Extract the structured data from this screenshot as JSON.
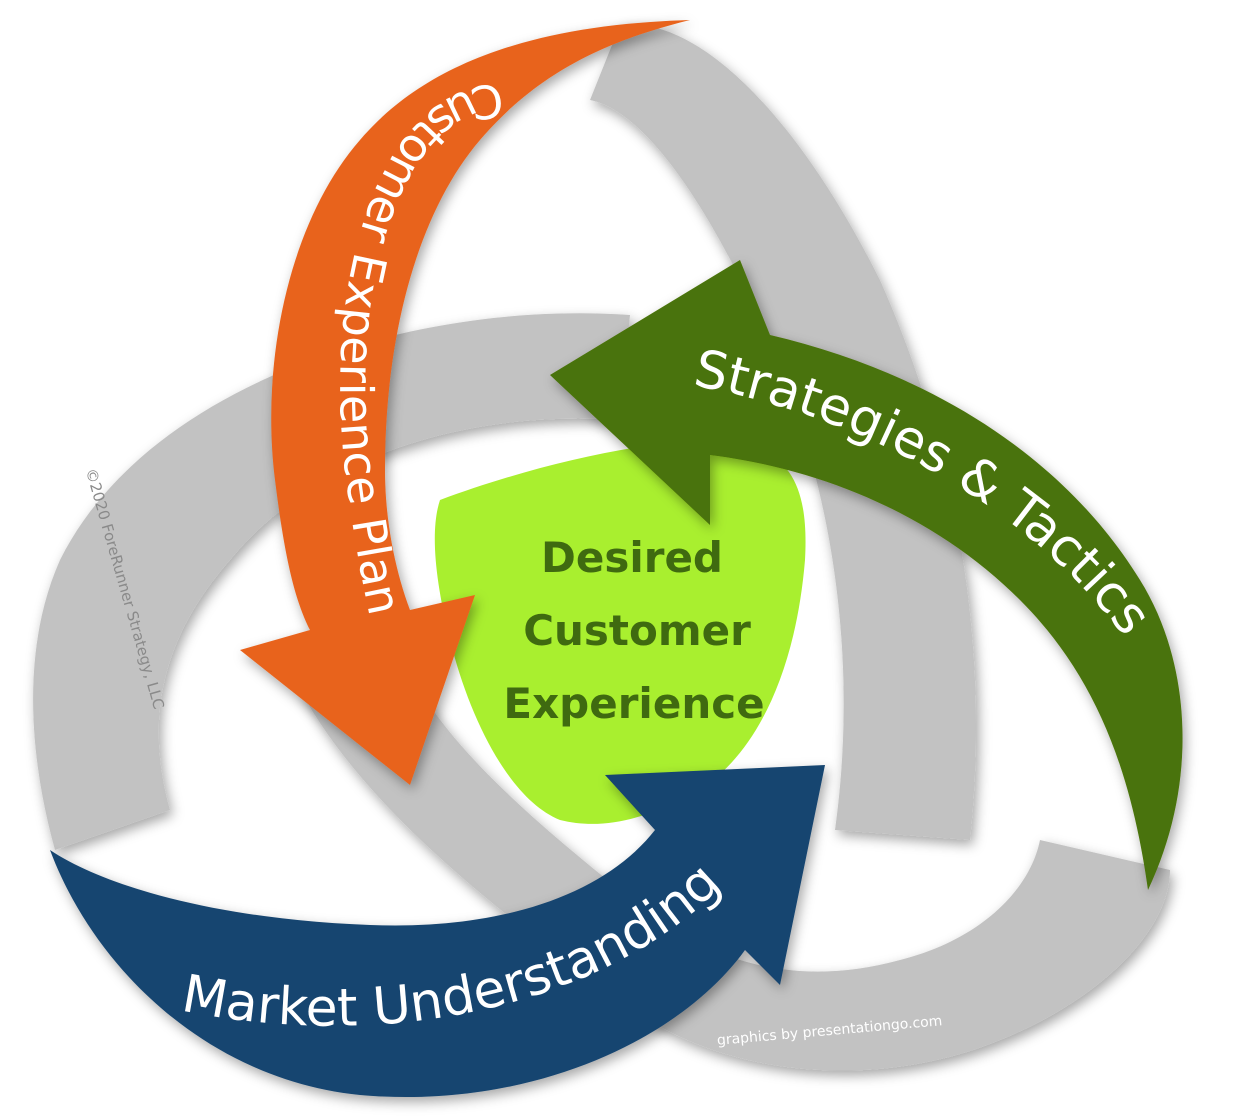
{
  "diagram": {
    "center": {
      "lines": [
        "Desired",
        "Customer",
        "Experience"
      ],
      "fill_color": "#a9ef2f",
      "text_color": "#3f6a10"
    },
    "arrows": {
      "customer_experience_plan": {
        "label": "Customer Experience Plan",
        "color": "#e8641e"
      },
      "strategies_tactics": {
        "label": "Strategies & Tactics",
        "color": "#4a7307"
      },
      "market_understanding": {
        "label": "Market Understanding",
        "color": "#16446f"
      }
    },
    "band_color": "#c2c2c2",
    "copyright": "©2020 ForeRunner Strategy, LLC",
    "credit": "graphics by presentationgo.com"
  }
}
